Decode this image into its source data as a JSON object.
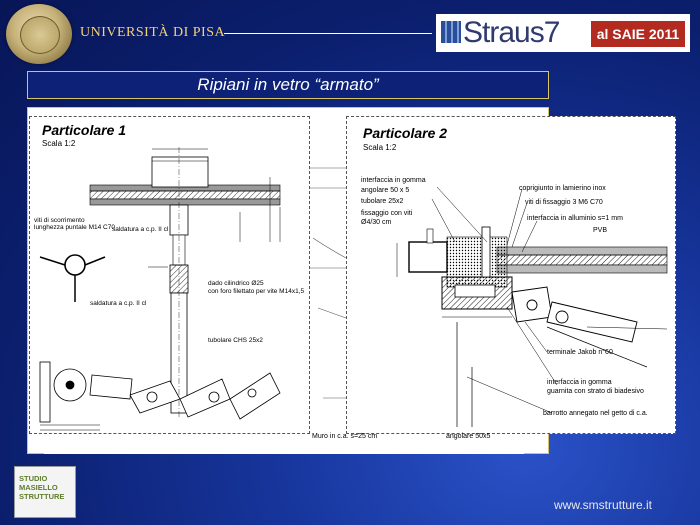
{
  "header": {
    "university": "UNIVERSITÀ DI PISA",
    "straus_brand": "Straus7",
    "straus_event": "al SAIE 2011"
  },
  "slide": {
    "title": "Ripiani in vetro “armato”"
  },
  "panel1": {
    "title": "Particolare 1",
    "scale": "Scala 1:2",
    "labels": [
      "viti di scorrimento",
      "lunghezza puntale M14 C70",
      "saldatura a c.p. II cl",
      "dado cilindrico Ø25",
      "con foro filettato per vite M14x1,5",
      "saldatura a c.p. II cl",
      "tubolare CHS 25x2"
    ]
  },
  "panel2": {
    "title": "Particolare 2",
    "scale": "Scala 1:2",
    "labels": [
      "interfaccia in gomma",
      "angolare 50 x 5",
      "tubolare 25x2",
      "fissaggio con viti",
      "Ø4/30 cm",
      "coprigiunto in lamierino inox",
      "viti di fissaggio 3 M6 C70",
      "interfaccia in alluminio s=1 mm",
      "PVB",
      "terminale Jakob n°60",
      "interfaccia in gomma",
      "guarnita con strato di biadesivo",
      "barrotto annegato nel getto di c.a."
    ]
  },
  "bottom_labels": [
    "Muro in c.a. s=25 cm",
    "angolare 50x5"
  ],
  "footer": {
    "studio_lines": [
      "STUDIO",
      "MASIELLO",
      "STRUTTURE"
    ],
    "url": "www.smstrutture.it"
  }
}
